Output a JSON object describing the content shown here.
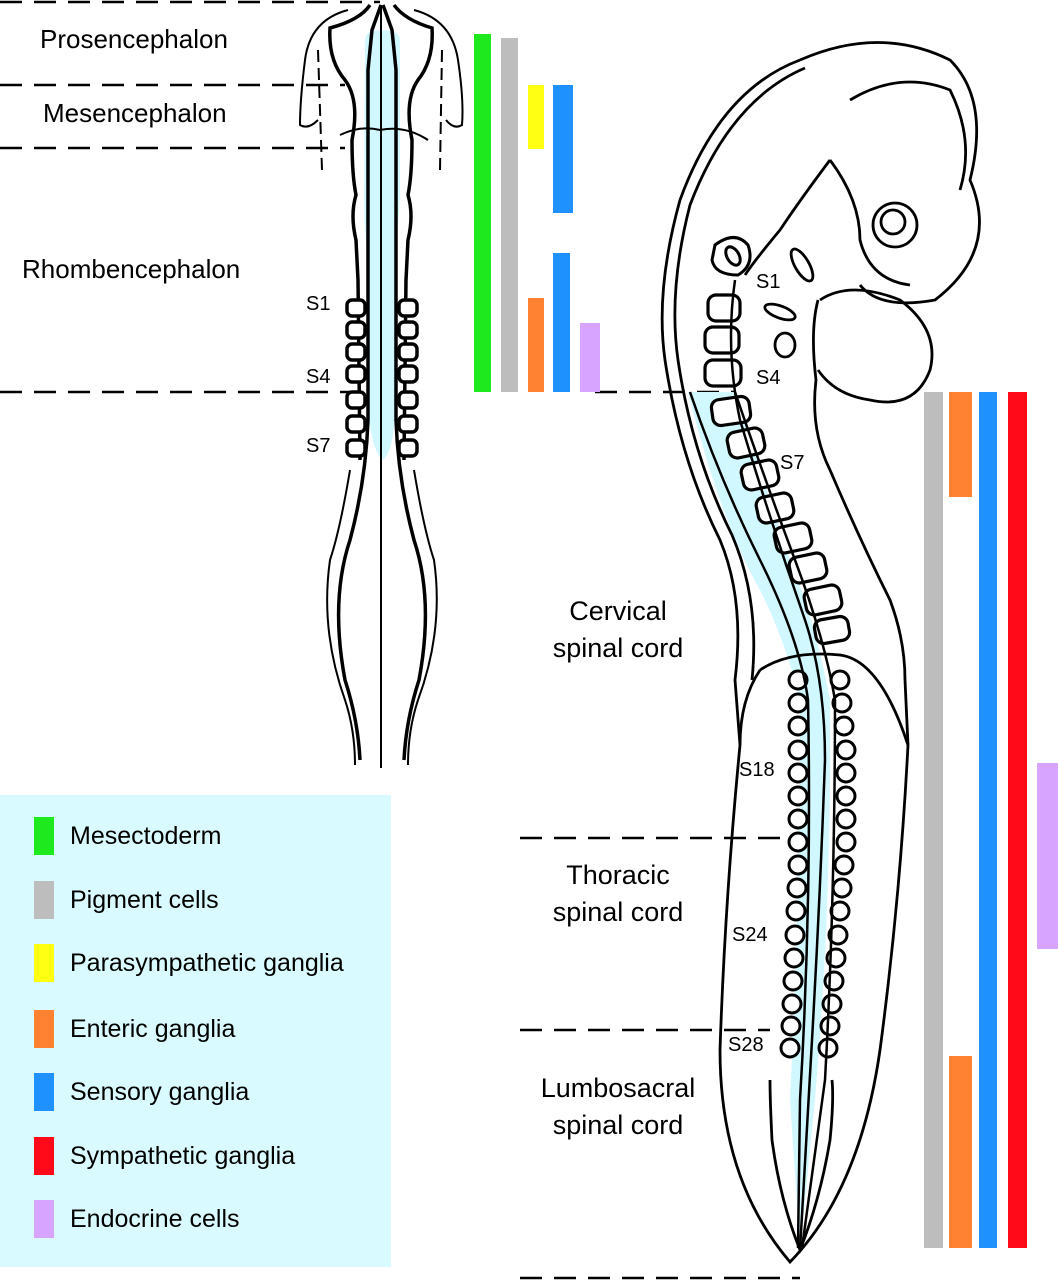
{
  "brain_regions": [
    {
      "id": "prosencephalon",
      "label": "Prosencephalon"
    },
    {
      "id": "mesencephalon",
      "label": "Mesencephalon"
    },
    {
      "id": "rhombencephalon",
      "label": "Rhombencephalon"
    }
  ],
  "spinal_regions": [
    {
      "id": "cervical",
      "line1": "Cervical",
      "line2": "spinal cord"
    },
    {
      "id": "thoracic",
      "line1": "Thoracic",
      "line2": "spinal cord"
    },
    {
      "id": "lumbosacral",
      "line1": "Lumbosacral",
      "line2": "spinal cord"
    }
  ],
  "somite_labels_dorsal": [
    "S1",
    "S4",
    "S7"
  ],
  "somite_labels_lateral": [
    "S1",
    "S4",
    "S7",
    "S18",
    "S24",
    "S28"
  ],
  "legend": [
    {
      "id": "mesectoderm",
      "label": "Mesectoderm",
      "color": "#1ee81e"
    },
    {
      "id": "pigment",
      "label": "Pigment cells",
      "color": "#bdbdbd"
    },
    {
      "id": "parasympathetic",
      "label": "Parasympathetic ganglia",
      "color": "#ffff14"
    },
    {
      "id": "enteric",
      "label": "Enteric ganglia",
      "color": "#ff8232"
    },
    {
      "id": "sensory",
      "label": "Sensory ganglia",
      "color": "#1e91ff"
    },
    {
      "id": "sympathetic",
      "label": "Sympathetic ganglia",
      "color": "#ff0a19"
    },
    {
      "id": "endocrine",
      "label": "Endocrine cells",
      "color": "#d7a5ff"
    }
  ],
  "neural_tube_color": "#d2f8ff",
  "legend_background": "#d9fbff",
  "cranial_derivatives": [
    {
      "type": "mesectoderm",
      "from": "Prosencephalon",
      "to": "Rhombencephalon end"
    },
    {
      "type": "pigment",
      "from": "Prosencephalon",
      "to": "Rhombencephalon end"
    },
    {
      "type": "parasympathetic",
      "from": "Mesencephalon",
      "to": "Mesencephalon"
    },
    {
      "type": "sensory",
      "from": "Mesencephalon",
      "to": "Rhombencephalon (upper)"
    },
    {
      "type": "enteric",
      "from": "S1",
      "to": "Rhombencephalon end"
    },
    {
      "type": "sensory",
      "from": "Rhombencephalon (mid)",
      "to": "Rhombencephalon end"
    },
    {
      "type": "endocrine",
      "from": "S1-S2",
      "to": "Rhombencephalon end"
    }
  ],
  "trunk_derivatives": [
    {
      "type": "pigment",
      "from": "S4",
      "to": "tail"
    },
    {
      "type": "enteric",
      "from": "S4",
      "to": "S7"
    },
    {
      "type": "enteric",
      "from": "S28",
      "to": "tail"
    },
    {
      "type": "sensory",
      "from": "S4",
      "to": "tail"
    },
    {
      "type": "sympathetic",
      "from": "S4",
      "to": "tail"
    },
    {
      "type": "endocrine",
      "from": "S18",
      "to": "S24"
    }
  ]
}
